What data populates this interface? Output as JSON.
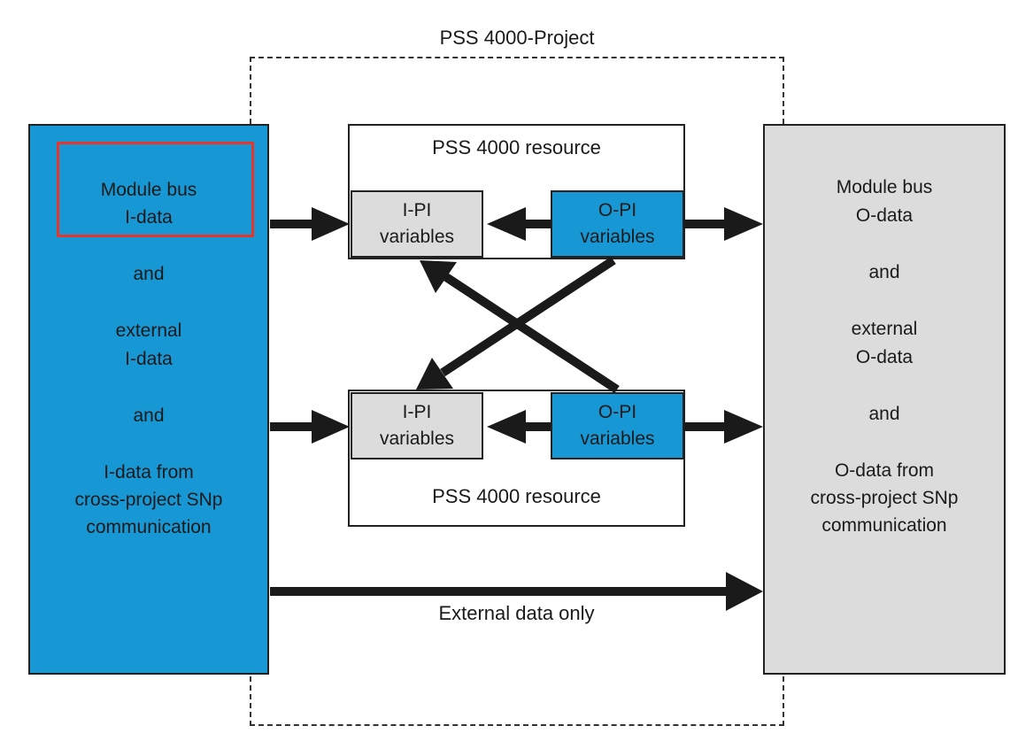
{
  "diagram": {
    "project_title": "PSS 4000-Project",
    "left_panel": {
      "line1": "Module bus",
      "line2": "I-data",
      "and1": "and",
      "line3": "external",
      "line4": "I-data",
      "and2": "and",
      "line5": "I-data from",
      "line6": "cross-project SNp",
      "line7": "communication"
    },
    "right_panel": {
      "line1": "Module bus",
      "line2": "O-data",
      "and1": "and",
      "line3": "external",
      "line4": "O-data",
      "and2": "and",
      "line5": "O-data from",
      "line6": "cross-project SNp",
      "line7": "communication"
    },
    "resource_top": {
      "title": "PSS 4000 resource",
      "ipi_line1": "I-PI",
      "ipi_line2": "variables",
      "opi_line1": "O-PI",
      "opi_line2": "variables"
    },
    "resource_bottom": {
      "title": "PSS 4000 resource",
      "ipi_line1": "I-PI",
      "ipi_line2": "variables",
      "opi_line1": "O-PI",
      "opi_line2": "variables"
    },
    "external_label": "External data only"
  },
  "colors": {
    "input_blue": "#1797d4",
    "output_gray": "#dcdcdc",
    "highlight_red": "#e8352a",
    "arrow": "#1a1a1a"
  }
}
